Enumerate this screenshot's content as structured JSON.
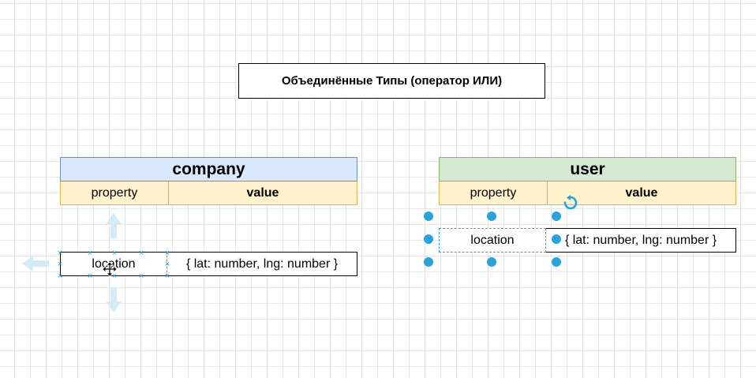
{
  "diagram": {
    "title": "Объединённые Типы (оператор ИЛИ)",
    "tables": [
      {
        "name": "company",
        "header_color": "#dae8fc",
        "header_border": "#6c8ebf",
        "columns": {
          "property": "property",
          "value": "value"
        },
        "row": {
          "property": "location",
          "value": "{ lat: number, lng: number }"
        }
      },
      {
        "name": "user",
        "header_color": "#d5e8d4",
        "header_border": "#82b366",
        "columns": {
          "property": "property",
          "value": "value"
        },
        "row": {
          "property": "location",
          "value": "{ lat: number, lng: number }"
        }
      }
    ],
    "selection_color": "#29a3df",
    "icons": [
      "move-cursor-icon",
      "rotate-icon",
      "move-arrow-icon"
    ]
  }
}
